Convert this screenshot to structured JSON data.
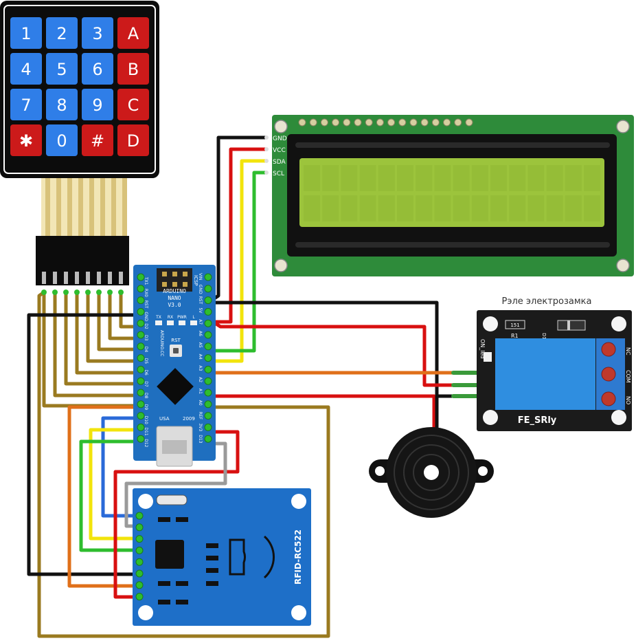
{
  "keypad": {
    "keys": [
      {
        "label": "1",
        "kind": "digit"
      },
      {
        "label": "2",
        "kind": "digit"
      },
      {
        "label": "3",
        "kind": "digit"
      },
      {
        "label": "A",
        "kind": "letter"
      },
      {
        "label": "4",
        "kind": "digit"
      },
      {
        "label": "5",
        "kind": "digit"
      },
      {
        "label": "6",
        "kind": "digit"
      },
      {
        "label": "B",
        "kind": "letter"
      },
      {
        "label": "7",
        "kind": "digit"
      },
      {
        "label": "8",
        "kind": "digit"
      },
      {
        "label": "9",
        "kind": "digit"
      },
      {
        "label": "C",
        "kind": "letter"
      },
      {
        "label": "✱",
        "kind": "letter"
      },
      {
        "label": "0",
        "kind": "digit"
      },
      {
        "label": "#",
        "kind": "letter"
      },
      {
        "label": "D",
        "kind": "letter"
      }
    ]
  },
  "lcd": {
    "pins": [
      "GND",
      "VCC",
      "SDA",
      "SCL"
    ]
  },
  "arduino": {
    "title_line1": "ARDUINO",
    "title_line2": "NANO",
    "title_line3": "V3.0",
    "icsp": "ICSP",
    "rst": "RST",
    "usa": "USA",
    "year": "2009",
    "leds": [
      "TX",
      "RX",
      "PWR",
      "L"
    ],
    "left_pins": [
      "TX1",
      "RX0",
      "RST",
      "GND",
      "D2",
      "D3",
      "D4",
      "D5",
      "D6",
      "D7",
      "D8",
      "D9",
      "D10",
      "D11",
      "D12"
    ],
    "right_pins": [
      "VIN",
      "GND",
      "RST",
      "5V",
      "A7",
      "A6",
      "A5",
      "A4",
      "A3",
      "A2",
      "A1",
      "A0",
      "REF",
      "3V3",
      "D13"
    ],
    "side_label": "ARDUINO.CC"
  },
  "relay": {
    "caption": "Рэле электрозамка",
    "name": "FE_SRly",
    "r1": "R1",
    "resistor": "151",
    "led": "ON_led",
    "d1": "D1",
    "terminals": [
      "NC",
      "COM",
      "NO"
    ]
  },
  "rfid": {
    "name": "RFID-RC522"
  },
  "colors": {
    "keypad_digit": "#2f7ee8",
    "keypad_letter": "#cc1a1a",
    "lcd_board": "#2e8b3a",
    "lcd_screen": "#9cc43c",
    "arduino_board": "#1f6fbf",
    "rfid_board": "#1e6fc8",
    "relay_board": "#1b1b1b",
    "relay_module": "#2f8ee0",
    "wire_black": "#111111",
    "wire_red": "#d81010",
    "wire_yellow": "#f2e40c",
    "wire_green": "#2ebd2e",
    "wire_orange": "#e0701a",
    "wire_olive": "#9a7a20",
    "wire_blue": "#2a6ad8",
    "wire_gray": "#9a9a9a"
  }
}
